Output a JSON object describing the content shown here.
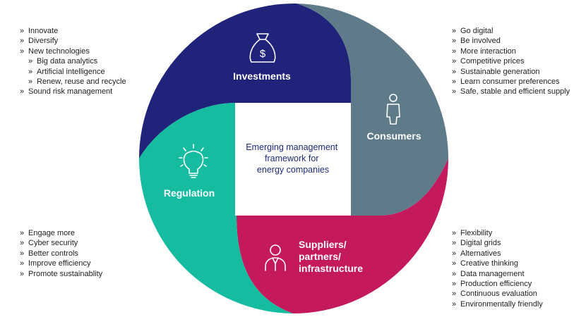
{
  "colors": {
    "investments": "#1f237a",
    "consumers": "#5f7b89",
    "suppliers": "#c4195c",
    "regulation": "#16bc9f",
    "center_text": "#1f2a7a"
  },
  "center": {
    "lines": [
      "Emerging management",
      "framework for",
      "energy companies"
    ]
  },
  "segments": {
    "investments": {
      "label": "Investments",
      "icon": "money-bag-icon"
    },
    "consumers": {
      "label": "Consumers",
      "icon": "person-icon"
    },
    "regulation": {
      "label": "Regulation",
      "icon": "lightbulb-icon"
    },
    "suppliers": {
      "label_lines": [
        "Suppliers/",
        "partners/",
        "infrastructure"
      ],
      "icon": "businessperson-icon"
    }
  },
  "lists": {
    "investments": [
      {
        "text": "Innovate",
        "level": 1
      },
      {
        "text": "Diversify",
        "level": 1
      },
      {
        "text": "New technologies",
        "level": 1
      },
      {
        "text": "Big data analytics",
        "level": 2
      },
      {
        "text": "Artificial intelligence",
        "level": 2
      },
      {
        "text": "Renew, reuse and recycle",
        "level": 2
      },
      {
        "text": "Sound risk management",
        "level": 1
      }
    ],
    "consumers": [
      {
        "text": "Go digital",
        "level": 1
      },
      {
        "text": "Be involved",
        "level": 1
      },
      {
        "text": "More interaction",
        "level": 1
      },
      {
        "text": "Competitive prices",
        "level": 1
      },
      {
        "text": "Sustainable generation",
        "level": 1
      },
      {
        "text": "Learn consumer preferences",
        "level": 1
      },
      {
        "text": "Safe, stable and efficient supply",
        "level": 1
      }
    ],
    "regulation": [
      {
        "text": "Engage more",
        "level": 1
      },
      {
        "text": "Cyber security",
        "level": 1
      },
      {
        "text": "Better controls",
        "level": 1
      },
      {
        "text": "Improve efficiency",
        "level": 1
      },
      {
        "text": "Promote sustainablity",
        "level": 1
      }
    ],
    "suppliers": [
      {
        "text": "Flexibility",
        "level": 1
      },
      {
        "text": "Digital grids",
        "level": 1
      },
      {
        "text": "Alternatives",
        "level": 1
      },
      {
        "text": "Creative thinking",
        "level": 1
      },
      {
        "text": "Data management",
        "level": 1
      },
      {
        "text": "Production efficiency",
        "level": 1
      },
      {
        "text": "Continuous evaluation",
        "level": 1
      },
      {
        "text": "Environmentally friendly",
        "level": 1
      }
    ]
  }
}
